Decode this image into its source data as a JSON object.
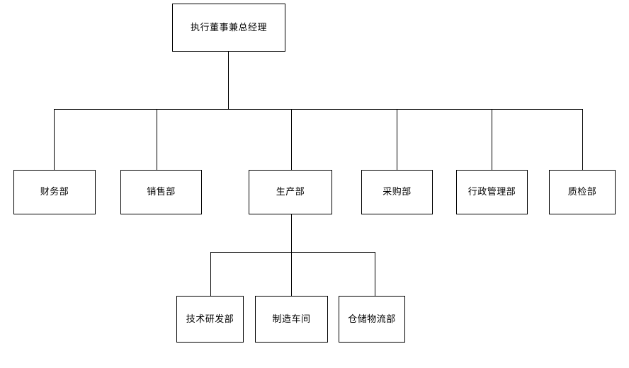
{
  "diagram": {
    "title_text": "执行董事兼总经理",
    "type": "organization-chart",
    "background_color": "#ffffff",
    "line_color": "#000000",
    "text_color": "#000000",
    "root": {
      "label": "执行董事兼总经理"
    },
    "level2": [
      {
        "label": "财务部"
      },
      {
        "label": "销售部"
      },
      {
        "label": "生产部"
      },
      {
        "label": "采购部"
      },
      {
        "label": "行政管理部"
      },
      {
        "label": "质检部"
      }
    ],
    "level3": [
      {
        "label": "技术研发部"
      },
      {
        "label": "制造车间"
      },
      {
        "label": "仓储物流部"
      }
    ]
  }
}
